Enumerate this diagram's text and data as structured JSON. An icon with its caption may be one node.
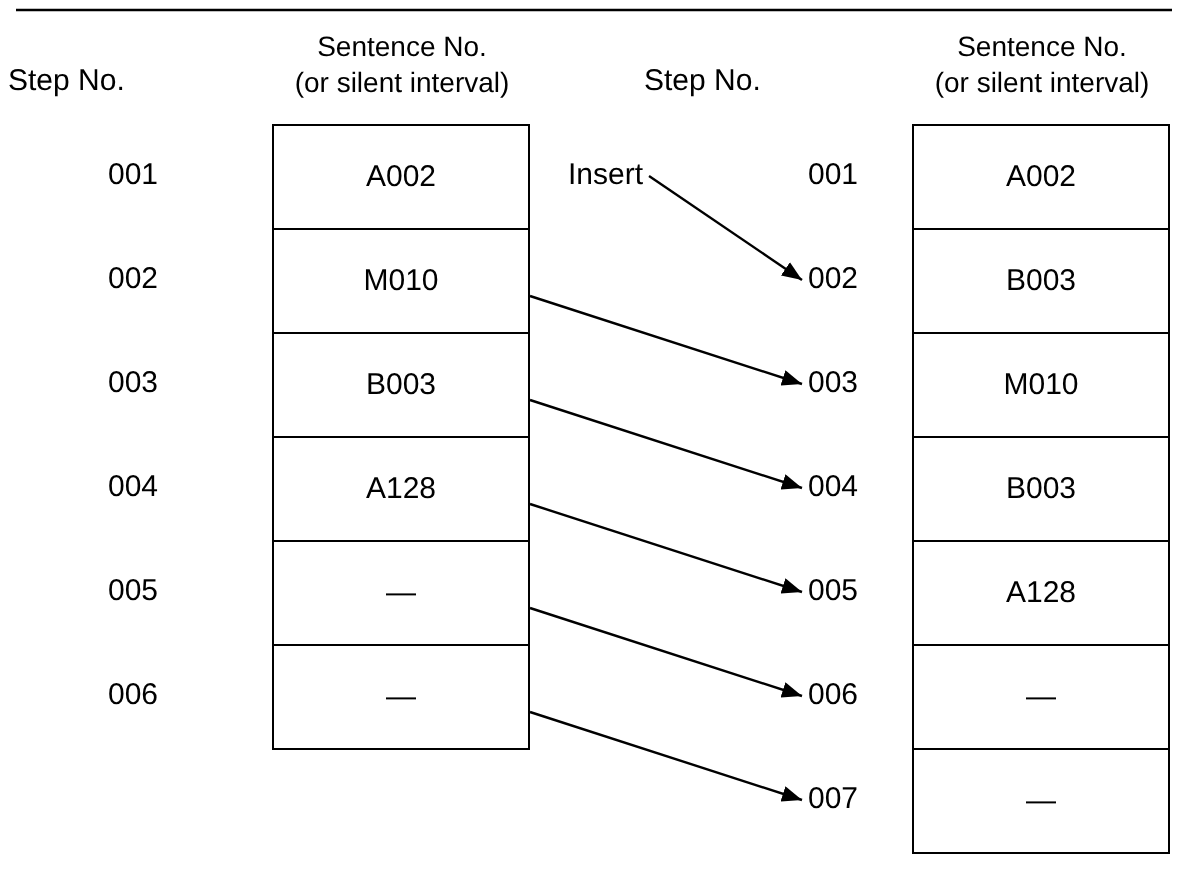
{
  "diagram": {
    "nodes": [
      {
        "text": [
          "A002"
        ]
      },
      {
        "text": [
          "M010"
        ]
      },
      {
        "text": [
          "B003"
        ]
      },
      {
        "text": [
          "A128"
        ]
      },
      {
        "text": [
          "—"
        ]
      },
      {
        "text": [
          "—"
        ]
      },
      {
        "text": [
          "A002"
        ]
      },
      {
        "text": [
          "B003"
        ]
      },
      {
        "text": [
          "M010"
        ]
      },
      {
        "text": [
          "B003"
        ]
      },
      {
        "text": [
          "A128"
        ]
      },
      {
        "text": [
          "—"
        ]
      },
      {
        "text": [
          "—"
        ]
      },
      {
        "text": [
          "Insert"
        ]
      },
      {
        "text": [
          "002"
        ]
      },
      {
        "text": [
          "003"
        ]
      },
      {
        "text": [
          "004"
        ]
      },
      {
        "text": [
          "005"
        ]
      },
      {
        "text": [
          "006"
        ]
      },
      {
        "text": [
          "007"
        ]
      }
    ],
    "edges": [
      {
        "from": 13,
        "to": 14,
        "arrow": "to"
      },
      {
        "from": 1,
        "to": 15,
        "arrow": "to"
      },
      {
        "from": 2,
        "to": 16,
        "arrow": "to"
      },
      {
        "from": 3,
        "to": 17,
        "arrow": "to"
      },
      {
        "from": 4,
        "to": 18,
        "arrow": "to"
      },
      {
        "from": 5,
        "to": 19,
        "arrow": "to"
      }
    ],
    "labels": [
      "Sentence No.",
      "(or silent interval)",
      "Step No.",
      "Sentence No.",
      "(or silent interval)",
      "Step No.",
      "001",
      "002",
      "003",
      "004",
      "005",
      "006",
      "001"
    ]
  }
}
